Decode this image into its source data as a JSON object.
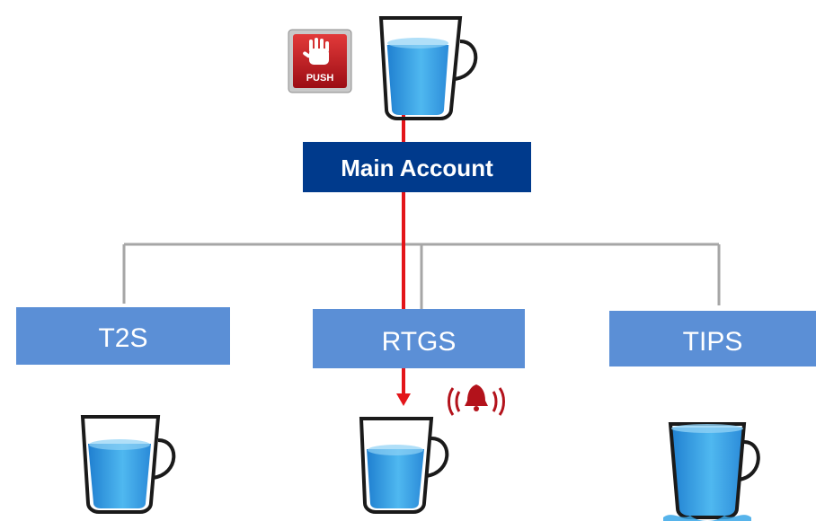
{
  "main_account": {
    "label": "Main Account",
    "color": "#003a8c"
  },
  "push_button": {
    "label": "PUSH",
    "icon": "hand-push-icon",
    "color": "#c8102e"
  },
  "sub_accounts": [
    {
      "label": "T2S",
      "cup_fill": "half"
    },
    {
      "label": "RTGS",
      "cup_fill": "half",
      "alarm": true
    },
    {
      "label": "TIPS",
      "cup_fill": "overflowing"
    }
  ],
  "colors": {
    "sub_box": "#5b8fd6",
    "flow_line": "#e3151a",
    "connector": "#a6a6a6",
    "water": "#3aa7e8",
    "alarm": "#b3121b"
  },
  "alarm_icon": "ringing-bell-icon",
  "cup_icon": "cup-icon"
}
